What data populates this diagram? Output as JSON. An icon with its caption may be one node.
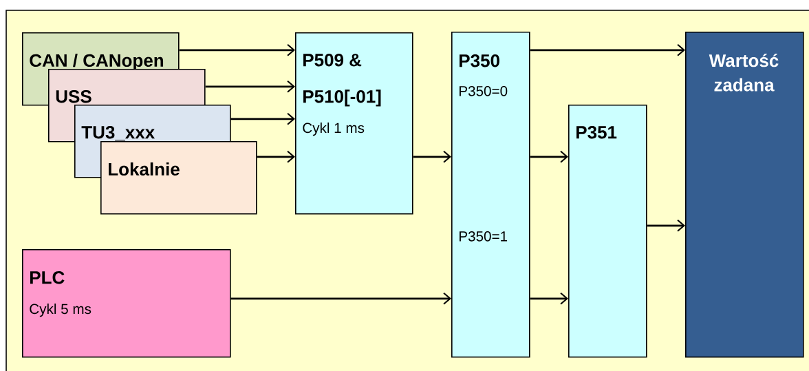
{
  "diagram": {
    "nodes": [
      {
        "text": [
          "CAN / CANopen"
        ]
      },
      {
        "text": [
          "USS"
        ]
      },
      {
        "text": [
          "TU3_xxx"
        ]
      },
      {
        "text": [
          "Lokalnie"
        ]
      },
      {
        "text": [
          "P509 & P510[-01]",
          "Cykl 1 ms"
        ]
      },
      {
        "text": [
          "PLC",
          "Cykl 5 ms"
        ]
      },
      {
        "text": [
          "P350",
          "P350=0",
          "P350=1"
        ]
      },
      {
        "text": [
          "P351"
        ]
      },
      {
        "text": [
          "Wartość zadana"
        ]
      }
    ],
    "edges": [
      {
        "from": 0,
        "to": 4,
        "arrow": "to"
      },
      {
        "from": 1,
        "to": 4,
        "arrow": "to"
      },
      {
        "from": 2,
        "to": 4,
        "arrow": "to"
      },
      {
        "from": 3,
        "to": 4,
        "arrow": "to"
      },
      {
        "from": 4,
        "to": 6,
        "arrow": "to"
      },
      {
        "from": 5,
        "to": 6,
        "arrow": "to"
      },
      {
        "from": 6,
        "to": 7,
        "arrow": "to"
      },
      {
        "from": 6,
        "to": 7,
        "arrow": "to"
      },
      {
        "from": 6,
        "to": 8,
        "arrow": "to"
      },
      {
        "from": 7,
        "to": 8,
        "arrow": "to"
      }
    ]
  }
}
